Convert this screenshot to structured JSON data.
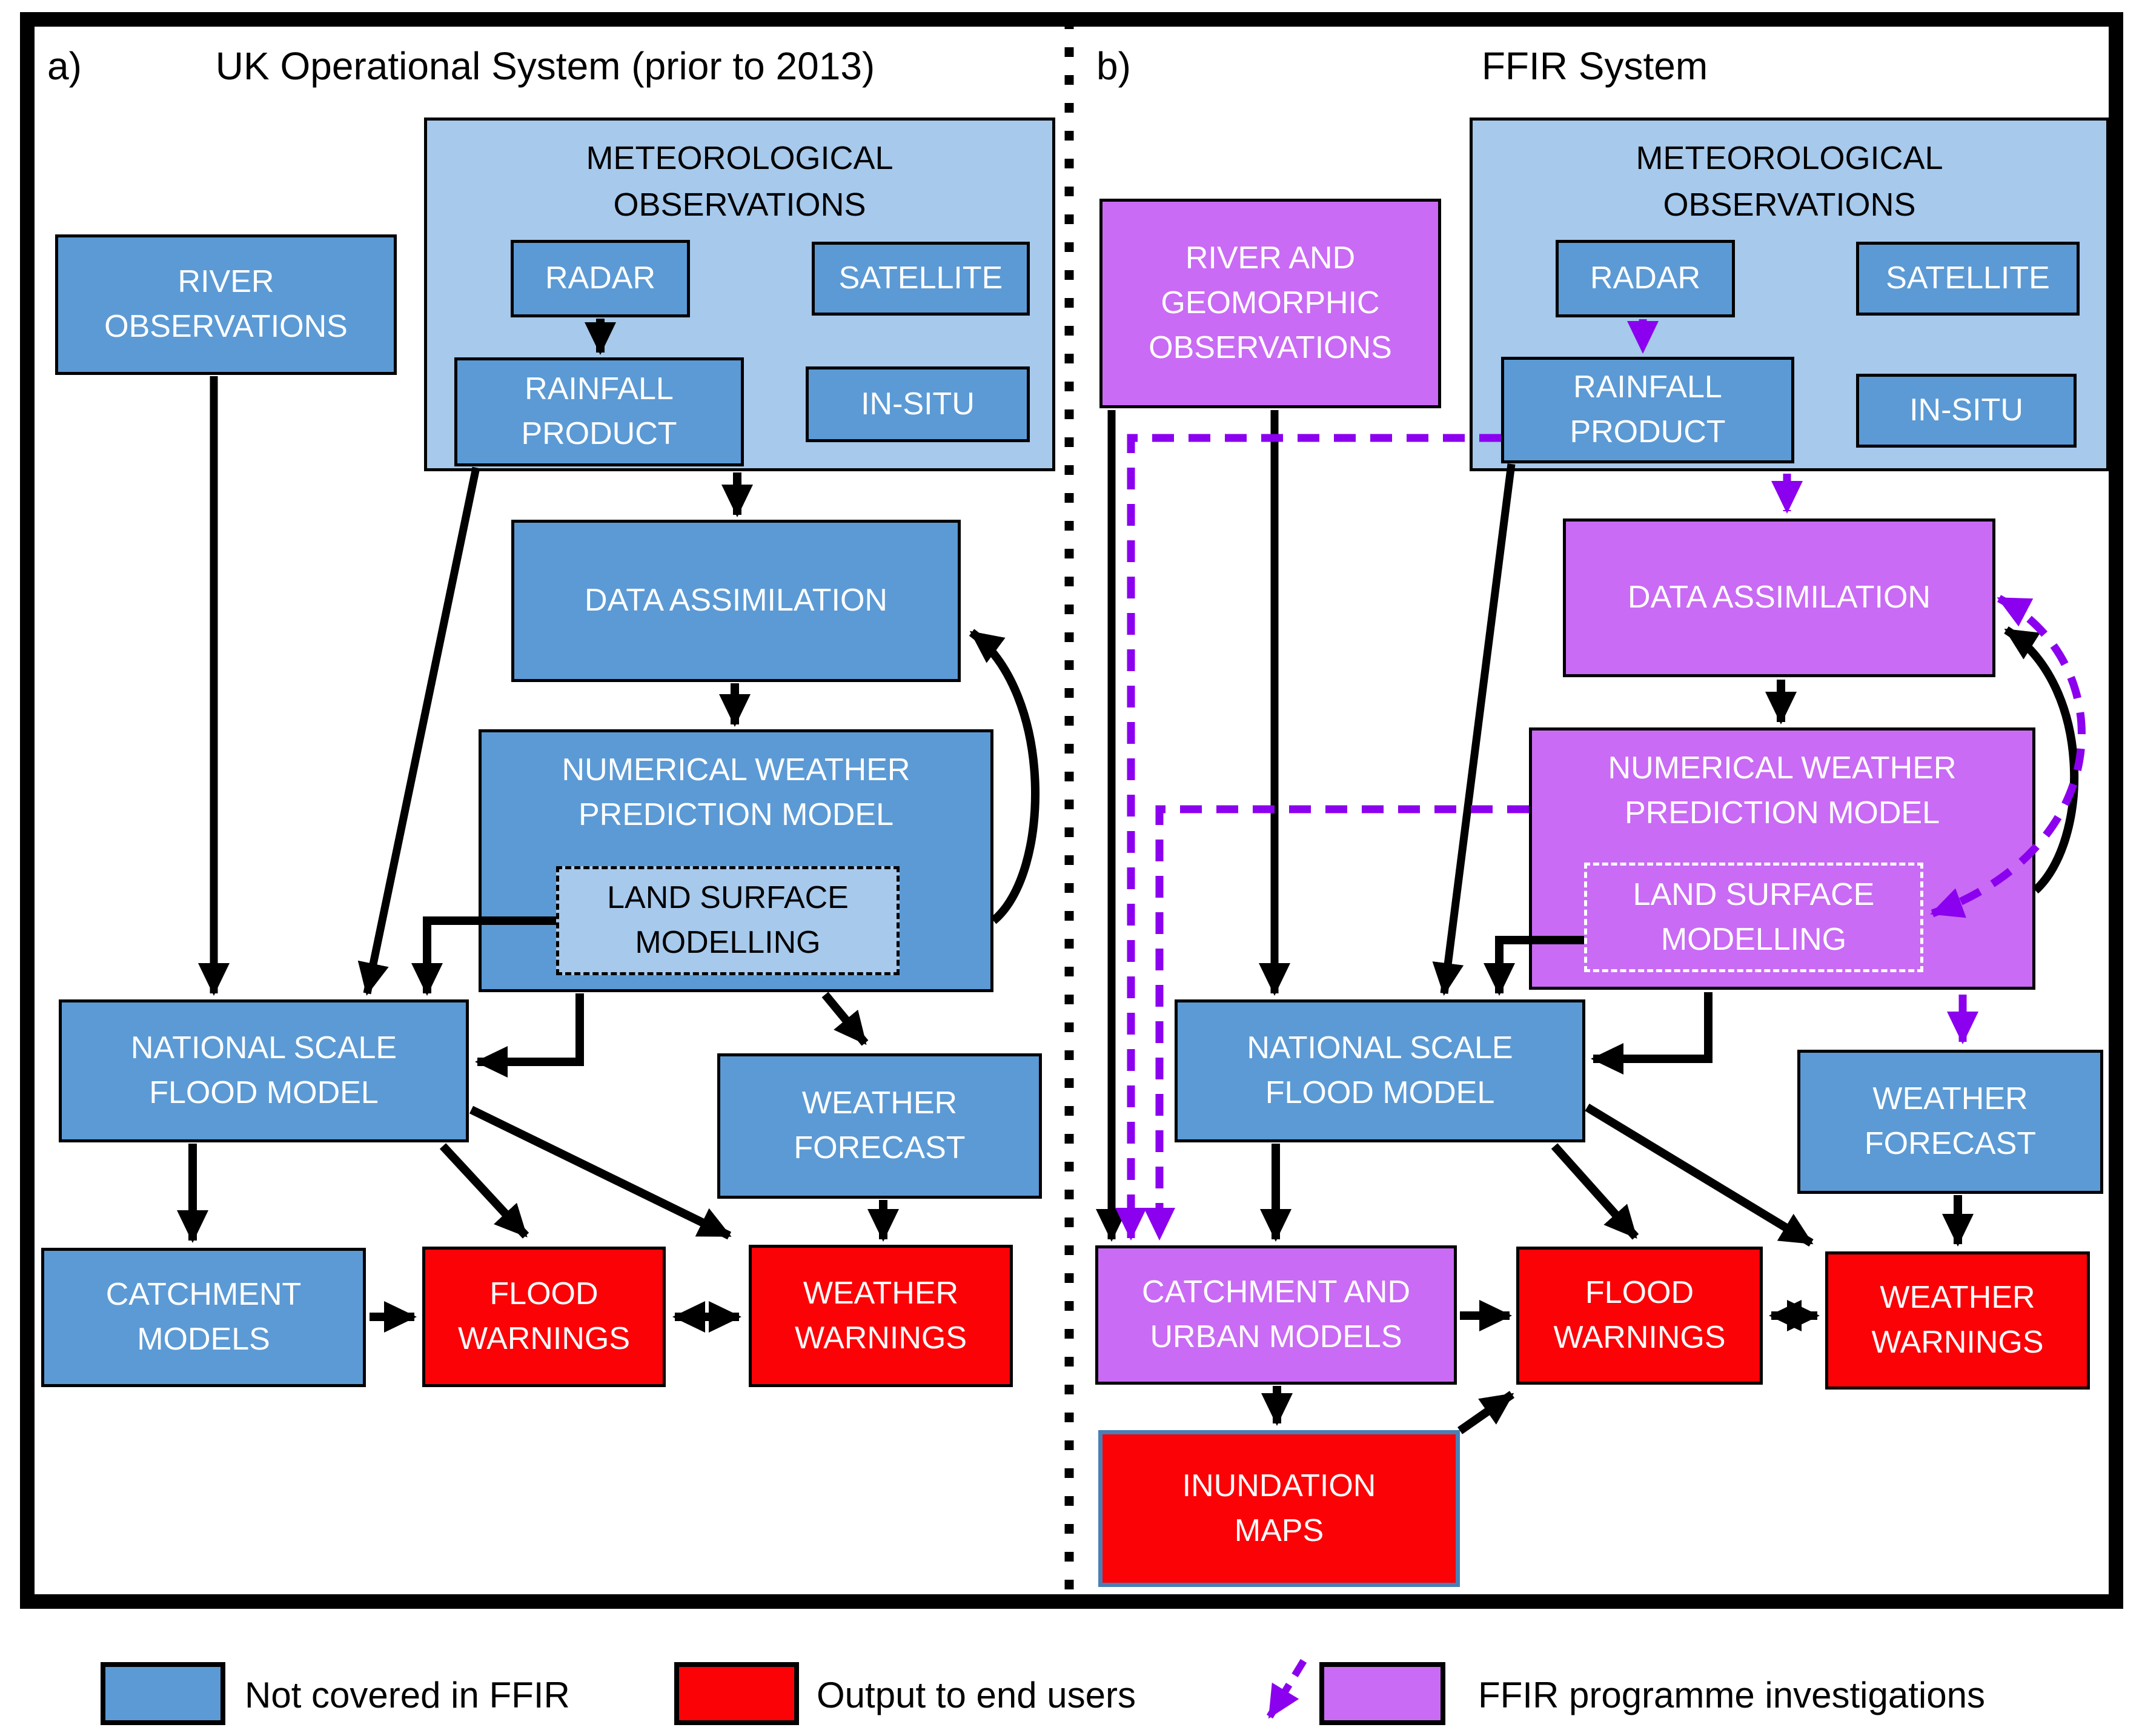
{
  "colors": {
    "box_blue": "#5B9AD5",
    "box_light_blue": "#A6C9EC",
    "box_purple": "#C96BF4",
    "box_red": "#FB0207",
    "arrow_purple": "#8B00EE",
    "arrow_black": "#000000",
    "inundation_border": "#4A7FB5"
  },
  "panel_a": {
    "label": "a)",
    "title": "UK Operational System (prior to 2013)",
    "nodes": {
      "river_observations": "RIVER\nOBSERVATIONS",
      "met_obs_title": "METEOROLOGICAL\nOBSERVATIONS",
      "radar": "RADAR",
      "satellite": "SATELLITE",
      "rainfall_product": "RAINFALL\nPRODUCT",
      "in_situ": "IN-SITU",
      "data_assimilation": "DATA ASSIMILATION",
      "nwp_model": "NUMERICAL WEATHER\nPREDICTION MODEL",
      "land_surface": "LAND SURFACE\nMODELLING",
      "national_flood_model": "NATIONAL SCALE\nFLOOD MODEL",
      "weather_forecast": "WEATHER\nFORECAST",
      "catchment_models": "CATCHMENT\nMODELS",
      "flood_warnings": "FLOOD\nWARNINGS",
      "weather_warnings": "WEATHER\nWARNINGS"
    }
  },
  "panel_b": {
    "label": "b)",
    "title": "FFIR System",
    "nodes": {
      "river_geomorphic": "RIVER AND\nGEOMORPHIC\nOBSERVATIONS",
      "met_obs_title": "METEOROLOGICAL\nOBSERVATIONS",
      "radar": "RADAR",
      "satellite": "SATELLITE",
      "rainfall_product": "RAINFALL\nPRODUCT",
      "in_situ": "IN-SITU",
      "data_assimilation": "DATA ASSIMILATION",
      "nwp_model": "NUMERICAL WEATHER\nPREDICTION MODEL",
      "land_surface": "LAND SURFACE\nMODELLING",
      "national_flood_model": "NATIONAL SCALE\nFLOOD MODEL",
      "weather_forecast": "WEATHER\nFORECAST",
      "catchment_urban_models": "CATCHMENT AND\nURBAN MODELS",
      "flood_warnings": "FLOOD\nWARNINGS",
      "weather_warnings": "WEATHER\nWARNINGS",
      "inundation_maps": "INUNDATION\nMAPS"
    }
  },
  "legend": {
    "items": [
      {
        "swatch": "blue",
        "label": "Not covered in FFIR"
      },
      {
        "swatch": "red",
        "label": "Output to end users"
      },
      {
        "swatch": "purple",
        "label": "FFIR programme investigations"
      }
    ]
  }
}
